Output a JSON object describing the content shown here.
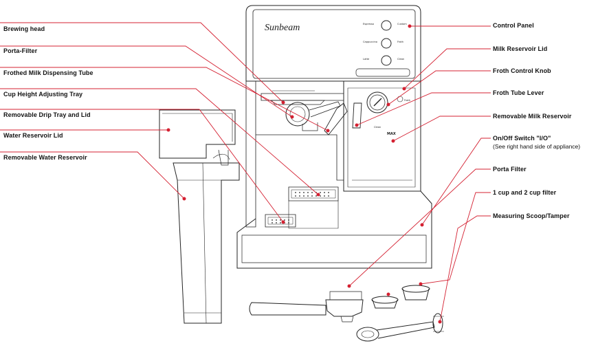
{
  "brand": "Sunbeam",
  "accent_color": "#d42031",
  "panel": {
    "espresso": "Espresso",
    "custom": "Custom",
    "cappuccino": "Cappuccino",
    "froth": "Froth",
    "latte": "Latte",
    "clean": "Clean",
    "knob_froth": "Froth",
    "knob_clean": "Clean",
    "max_mark": "MAX"
  },
  "labels_left": [
    "Brewing head",
    "Porta-Filter",
    "Frothed Milk Dispensing Tube",
    "Cup Height Adjusting Tray",
    "Removable Drip Tray and Lid",
    "Water Reservoir Lid",
    "Removable Water Reservoir"
  ],
  "labels_right": [
    "Control Panel",
    "Milk Reservoir Lid",
    "Froth Control Knob",
    "Froth Tube Lever",
    "Removable Milk Reservoir",
    "On/Off Switch \"I/O\"",
    "Porta Filter",
    "1 cup and 2 cup filter",
    "Measuring Scoop/Tamper"
  ],
  "onoff_note": "(See right hand side of appliance)"
}
